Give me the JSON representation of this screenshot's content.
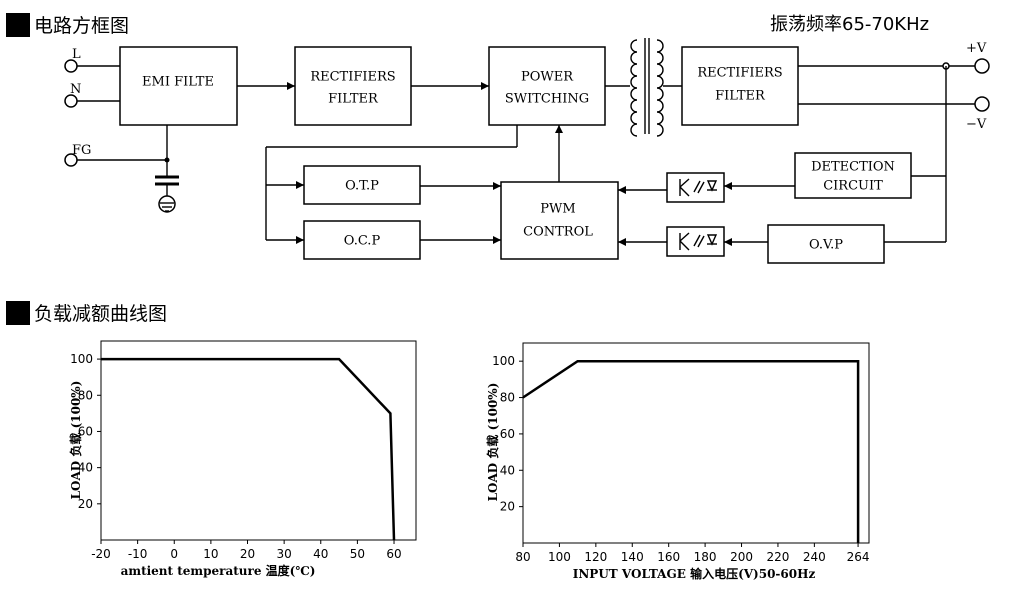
{
  "sections": {
    "block_diagram_title": "电路方框图",
    "derating_title": "负载减额曲线图"
  },
  "frequency_note": "振荡频率65-70KHz",
  "terminals": {
    "line": "L",
    "neutral": "N",
    "ground": "FG",
    "plus_v": "+V",
    "minus_v": "−V"
  },
  "blocks": {
    "emi": "EMI FILTE",
    "rect1_line1": "RECTIFIERS",
    "rect1_line2": "FILTER",
    "power_line1": "POWER",
    "power_line2": "SWITCHING",
    "rect2_line1": "RECTIFIERS",
    "rect2_line2": "FILTER",
    "detect_line1": "DETECTION",
    "detect_line2": "CIRCUIT",
    "otp": "O.T.P",
    "ocp": "O.C.P",
    "pwm_line1": "PWM",
    "pwm_line2": "CONTROL",
    "ovp": "O.V.P"
  },
  "chart_data": [
    {
      "type": "line",
      "x": [
        -20,
        45,
        59,
        60
      ],
      "y": [
        100,
        100,
        70,
        0
      ],
      "xlabel": "amtient temperature 温度(℃)",
      "ylabel": "LOAD 负载 (100%)",
      "xticks": [
        -20,
        -10,
        0,
        10,
        20,
        30,
        40,
        50,
        60
      ],
      "yticks": [
        20,
        40,
        60,
        80,
        100
      ],
      "xlim": [
        -20,
        66
      ],
      "ylim": [
        0,
        110
      ],
      "grid": false
    },
    {
      "type": "line",
      "x": [
        80,
        110,
        264,
        264
      ],
      "y": [
        80,
        100,
        100,
        0
      ],
      "xlabel": "INPUT VOLTAGE 输入电压(V)50-60Hz",
      "ylabel": "LOAD 负载 (100%)",
      "xticks": [
        80,
        100,
        120,
        140,
        160,
        180,
        200,
        220,
        240,
        264
      ],
      "yticks": [
        20,
        40,
        60,
        80,
        100
      ],
      "xlim": [
        80,
        270
      ],
      "ylim": [
        0,
        110
      ],
      "grid": false
    }
  ]
}
